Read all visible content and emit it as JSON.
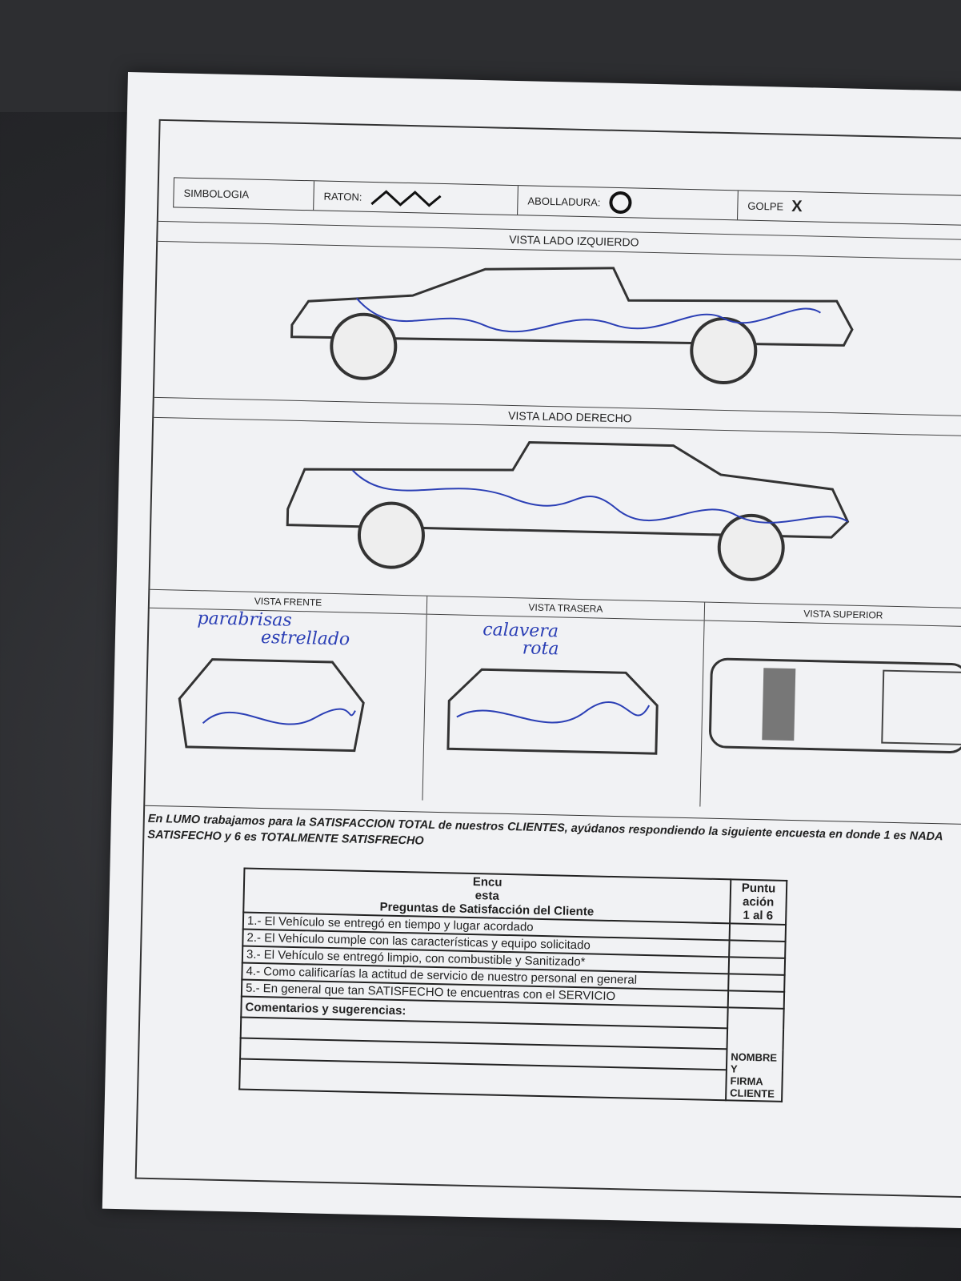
{
  "legend": {
    "title": "SIMBOLOGIA",
    "raton": "RATON:",
    "abolladura": "ABOLLADURA:",
    "golpe": "GOLPE",
    "golpe_mark": "X"
  },
  "sections": {
    "left": "VISTA LADO IZQUIERDO",
    "right": "VISTA LADO DERECHO",
    "front": "VISTA FRENTE",
    "rear": "VISTA TRASERA",
    "top": "VISTA SUPERIOR"
  },
  "handwritten": {
    "front_line1": "parabrisas",
    "front_line2": "estrellado",
    "rear_line1": "calavera",
    "rear_line2": "rota"
  },
  "intro": "En LUMO trabajamos para la SATISFACCION TOTAL de nuestros CLIENTES, ayúdanos respondiendo la siguiente encuesta en donde 1 es NADA SATISFECHO y 6 es TOTALMENTE SATISFRECHO",
  "survey": {
    "title1": "Encu",
    "title2": "esta",
    "header": "Preguntas de Satisfacción del Cliente",
    "score1": "Puntu",
    "score2": "ación",
    "score3": "1 al 6",
    "questions": [
      "1.- El Vehículo se entregó en tiempo y lugar acordado",
      "2.- El Vehículo cumple con las características y equipo solicitado",
      "3.- El Vehículo se entregó limpio, con combustible y Sanitizado*",
      "4.- Como calificarías la actitud de servicio de nuestro personal en general",
      "5.- En general que tan SATISFECHO te encuentras con el SERVICIO"
    ],
    "comments": "Comentarios y sugerencias:",
    "signature1": "NOMBRE Y",
    "signature2": "FIRMA CLIENTE"
  },
  "colors": {
    "ink": "#2b3fb5",
    "paper": "#f1f2f4"
  }
}
